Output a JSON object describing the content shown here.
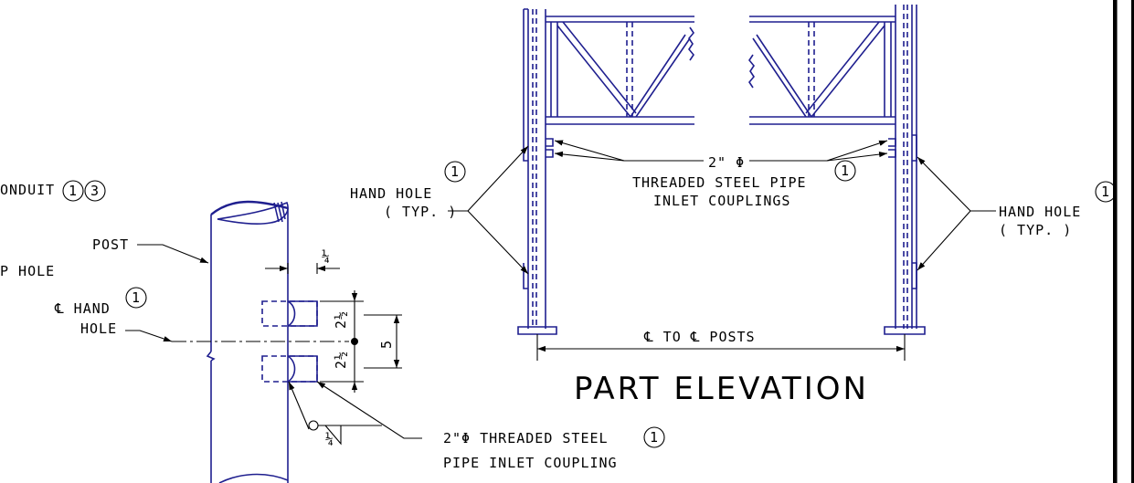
{
  "colors": {
    "steel": "#1f1f8f",
    "ink": "#000000",
    "background": "#ffffff",
    "frame": "#000000"
  },
  "left_detail": {
    "conduit_label": "ONDUIT",
    "note_1": "1",
    "note_3": "3",
    "post_label": "POST",
    "hole_label": "P HOLE",
    "cl_hand_label": "℄ HAND",
    "hole_label_2": "HOLE",
    "cl_note": "1",
    "dim_quarter_top": "¼",
    "dim_2half_a": "2½",
    "dim_2half_b": "2½",
    "dim_5": "5",
    "weld_quarter": "¼",
    "coupling_line1": "2\"Φ THREADED STEEL",
    "coupling_note": "1",
    "coupling_line2": "PIPE INLET COUPLING"
  },
  "elevation": {
    "hand_hole_left": "HAND HOLE",
    "hand_hole_left_note": "1",
    "typ_left": "( TYP. )",
    "pipe_size": "2\" Φ",
    "pipe_line1": "THREADED STEEL PIPE",
    "pipe_note": "1",
    "pipe_line2": "INLET COUPLINGS",
    "hand_hole_right": "HAND HOLE",
    "hand_hole_right_note": "1",
    "typ_right": "( TYP. )",
    "cl_posts": "℄ TO ℄ POSTS",
    "title": "PART ELEVATION"
  }
}
